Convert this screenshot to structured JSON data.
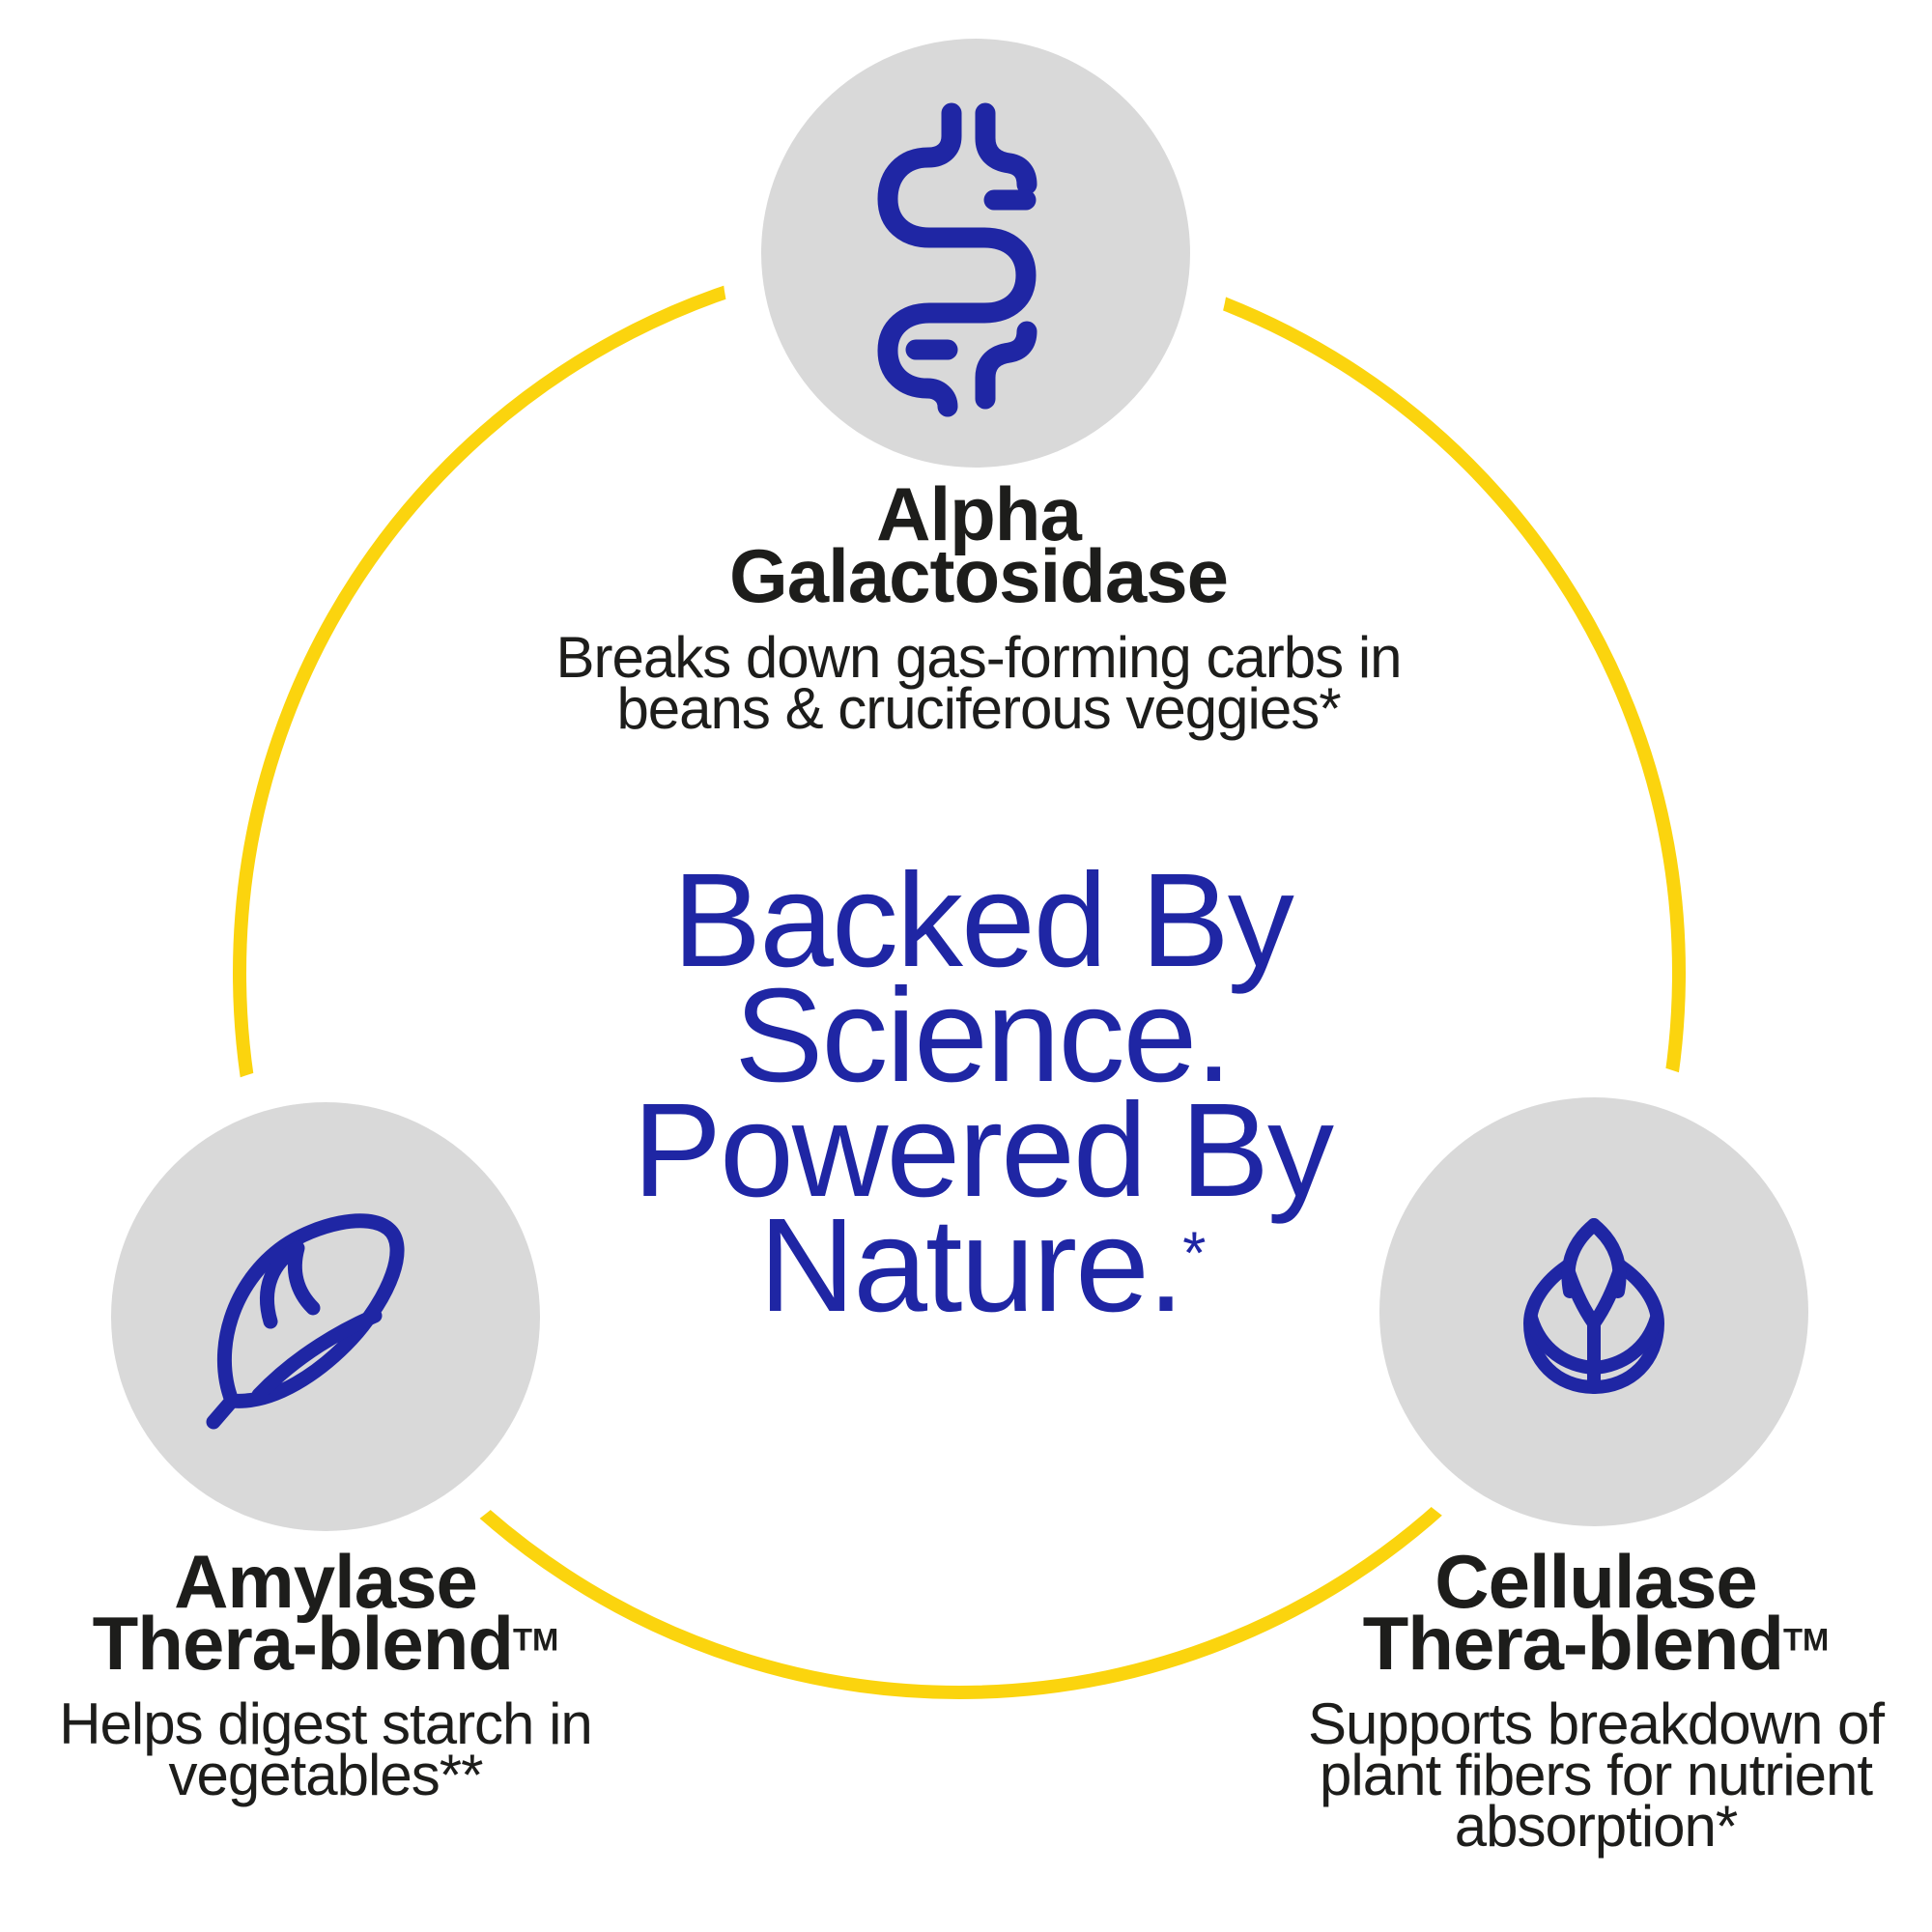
{
  "colors": {
    "blue": "#1F26A4",
    "yellow": "#FBD40E",
    "circle_gray": "#D9D9D9",
    "text_dark": "#1D1D1B",
    "background": "#FFFFFF"
  },
  "headline": {
    "lines": [
      "Backed By",
      "Science.",
      "Powered By"
    ],
    "last_line": "Nature.",
    "superscript": "*"
  },
  "nodes": {
    "top": {
      "icon": "intestine-icon",
      "title_lines": [
        "Alpha",
        "Galactosidase"
      ],
      "description_lines": [
        "Breaks down gas-forming carbs in",
        "beans & cruciferous veggies*"
      ]
    },
    "left": {
      "icon": "corn-icon",
      "title_lines": [
        "Amylase",
        "Thera-blend"
      ],
      "trademark": "TM",
      "description_lines": [
        "Helps digest starch in",
        "vegetables**"
      ]
    },
    "right": {
      "icon": "plant-icon",
      "title_lines": [
        "Cellulase",
        "Thera-blend"
      ],
      "trademark": "TM",
      "description_lines": [
        "Supports breakdown of",
        "plant fibers for nutrient",
        "absorption*"
      ]
    }
  }
}
